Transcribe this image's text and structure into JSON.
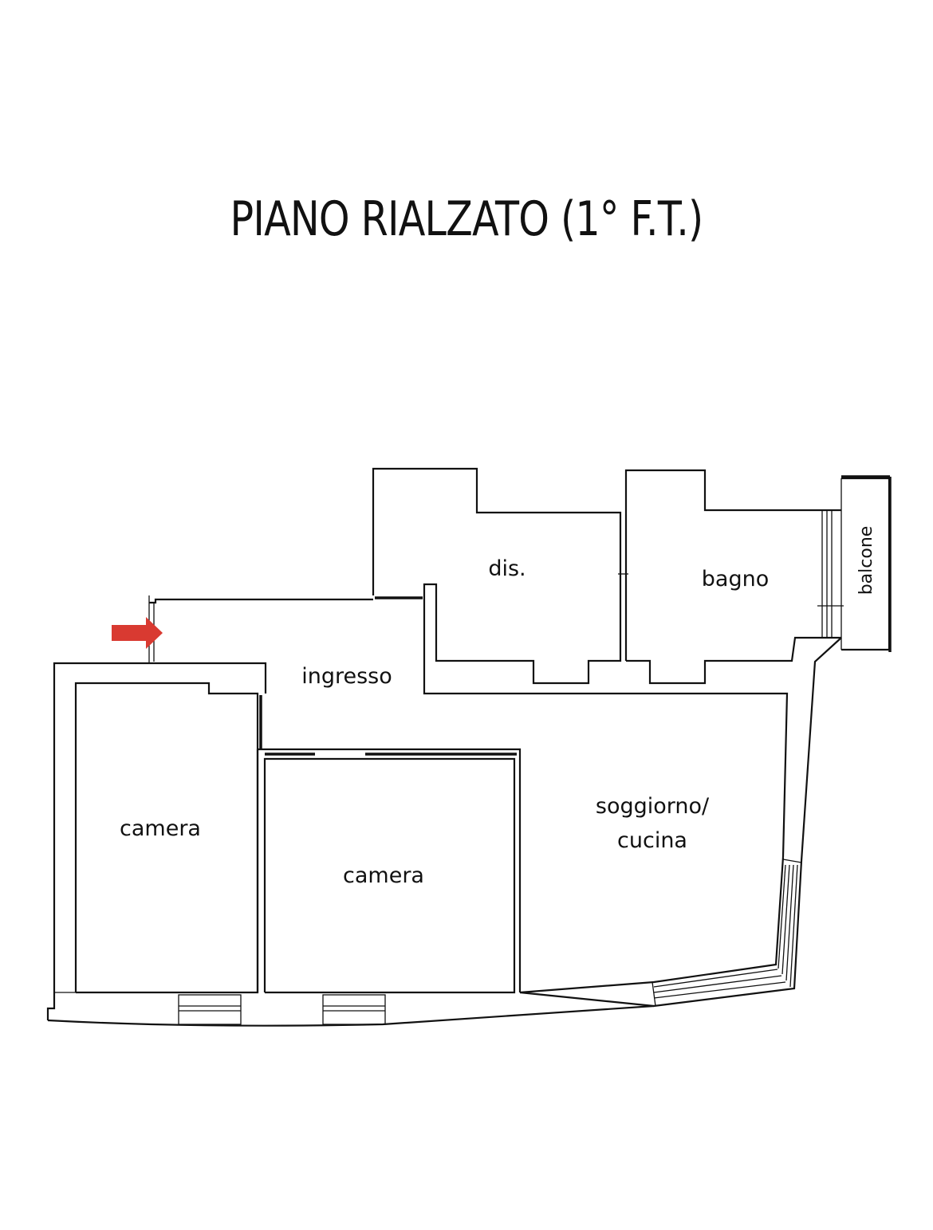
{
  "title": "PIANO RIALZATO  (1° F.T.)",
  "rooms": {
    "dis": "dis.",
    "bagno": "bagno",
    "balcone": "balcone",
    "ingresso": "ingresso",
    "camera_left": "camera",
    "camera_center": "camera",
    "soggiorno_line1": "soggiorno/",
    "soggiorno_line2": "cucina"
  },
  "entrance_marker": {
    "icon": "arrow-right-icon",
    "color": "#d93a31"
  }
}
